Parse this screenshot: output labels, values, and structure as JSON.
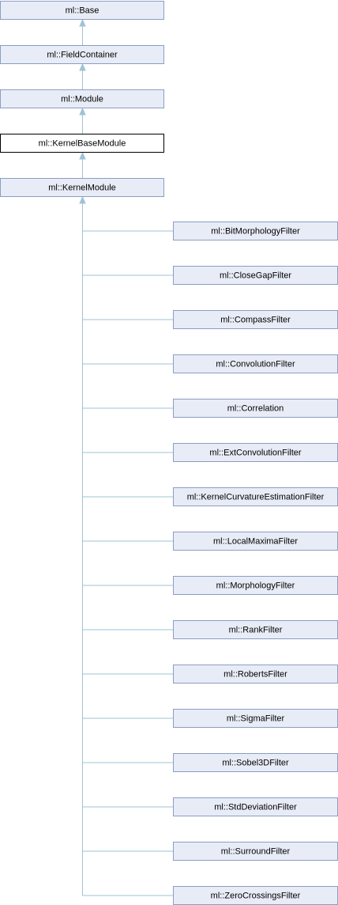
{
  "ancestors": [
    {
      "name": "ml::Base"
    },
    {
      "name": "ml::FieldContainer"
    },
    {
      "name": "ml::Module"
    },
    {
      "name": "ml::KernelBaseModule",
      "current": true
    },
    {
      "name": "ml::KernelModule"
    }
  ],
  "children": [
    "ml::BitMorphologyFilter",
    "ml::CloseGapFilter",
    "ml::CompassFilter",
    "ml::ConvolutionFilter",
    "ml::Correlation",
    "ml::ExtConvolutionFilter",
    "ml::KernelCurvatureEstimationFilter",
    "ml::LocalMaximaFilter",
    "ml::MorphologyFilter",
    "ml::RankFilter",
    "ml::RobertsFilter",
    "ml::SigmaFilter",
    "ml::Sobel3DFilter",
    "ml::StdDeviationFilter",
    "ml::SurroundFilter",
    "ml::ZeroCrossingsFilter"
  ],
  "colors": {
    "node_fill": "#e8ecf6",
    "node_border": "#8c9dc4",
    "current_border": "#000000",
    "edge": "#9fc3d6"
  }
}
